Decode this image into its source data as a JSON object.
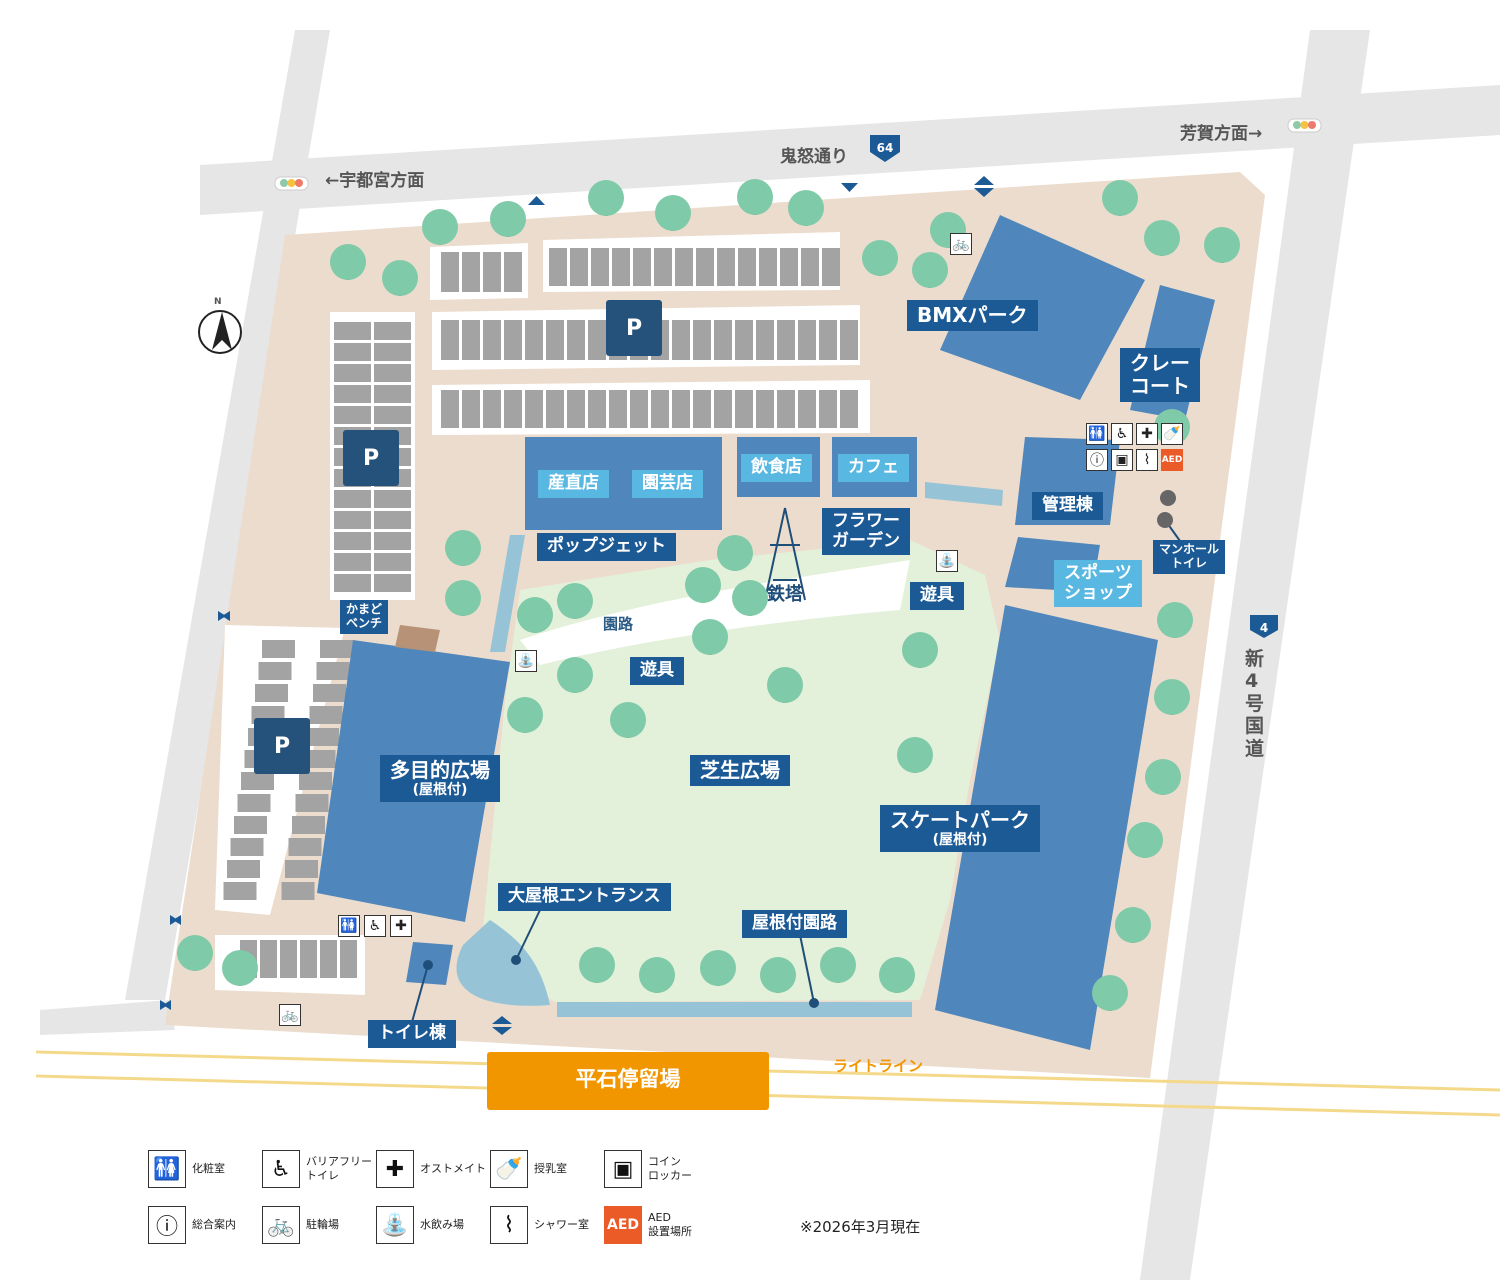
{
  "roads": {
    "kinu_dori": "鬼怒通り",
    "route64": "64",
    "to_utsunomiya": "←宇都宮方面",
    "to_haga": "芳賀方面→",
    "shin4gou": "新4号国道",
    "route4": "4",
    "light_line": "ライトライン"
  },
  "facilities": {
    "bmx_park": "BMXパーク",
    "clay_court_1": "クレー",
    "clay_court_2": "コート",
    "kanri_to": "管理棟",
    "sports_shop_1": "スポーツ",
    "sports_shop_2": "ショップ",
    "manhole_toilet_1": "マンホール",
    "manhole_toilet_2": "トイレ",
    "sanchokuten": "産直店",
    "engeiten": "園芸店",
    "inshokuten": "飲食店",
    "cafe": "カフェ",
    "pop_jet": "ポップジェット",
    "flower_garden_1": "フラワー",
    "flower_garden_2": "ガーデン",
    "tetto": "鉄塔",
    "yugu": "遊具",
    "enro": "園路",
    "kamado_bench_1": "かまど",
    "kamado_bench_2": "ベンチ",
    "tamokuteki_hiroba": "多目的広場",
    "yane_tsuki": "(屋根付)",
    "shibafu_hiroba": "芝生広場",
    "skate_park": "スケートパーク",
    "oyane_entrance": "大屋根エントランス",
    "yane_tsuki_enro": "屋根付園路",
    "toilet_to": "トイレ棟",
    "hiraishi_stop": "平石停留場",
    "parking": "P"
  },
  "legend": [
    {
      "icon": "restroom-icon",
      "label": "化粧室"
    },
    {
      "icon": "barrier-free-toilet-icon",
      "label": "バリアフリー\nトイレ"
    },
    {
      "icon": "ostomate-icon",
      "label": "オストメイト"
    },
    {
      "icon": "nursing-room-icon",
      "label": "授乳室"
    },
    {
      "icon": "coin-locker-icon",
      "label": "コイン\nロッカー"
    },
    {
      "icon": "information-icon",
      "label": "総合案内"
    },
    {
      "icon": "bicycle-parking-icon",
      "label": "駐輪場"
    },
    {
      "icon": "drinking-fountain-icon",
      "label": "水飲み場"
    },
    {
      "icon": "shower-icon",
      "label": "シャワー室"
    },
    {
      "icon": "aed-icon",
      "label": "AED\n設置場所"
    }
  ],
  "aed_text": "AED",
  "note": "※2026年3月現在",
  "compass_n": "N",
  "colors": {
    "park_ground": "#ecdccd",
    "lawn": "#e3f0da",
    "building_blue": "#4f86bb",
    "label_navy": "#1c5a96",
    "label_light": "#58b8e2",
    "parking_navy": "#24527a",
    "stop_orange": "#f29600",
    "rail_yellow": "#f5d98a",
    "road_gray": "#e6e6e6",
    "tree_green": "#7fcaa9"
  }
}
